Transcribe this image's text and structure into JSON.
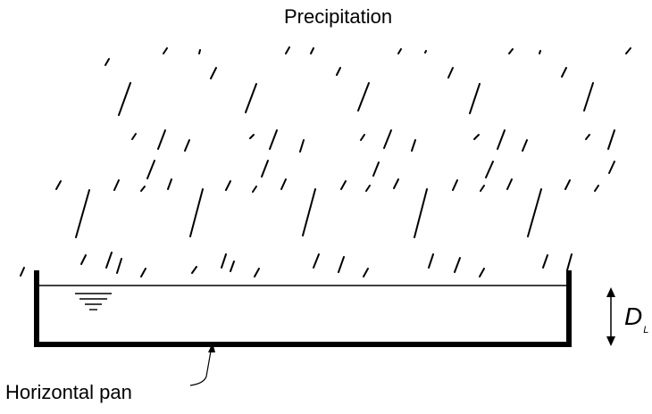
{
  "diagram": {
    "title": "Precipitation",
    "pan_label": "Horizontal pan",
    "depth_symbol": "D",
    "depth_subscript": "L"
  },
  "colors": {
    "ink": "#000000",
    "background": "#ffffff"
  }
}
